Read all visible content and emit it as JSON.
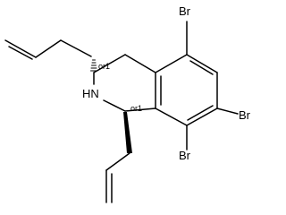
{
  "molecule": {
    "atoms": {
      "br_top": "Br",
      "br_right": "Br",
      "br_bottom": "Br",
      "nh": "HN"
    },
    "stereo_labels": {
      "c3": "or1",
      "c1": "or1"
    }
  },
  "colors": {
    "bond": "#000000",
    "background": "#ffffff"
  }
}
